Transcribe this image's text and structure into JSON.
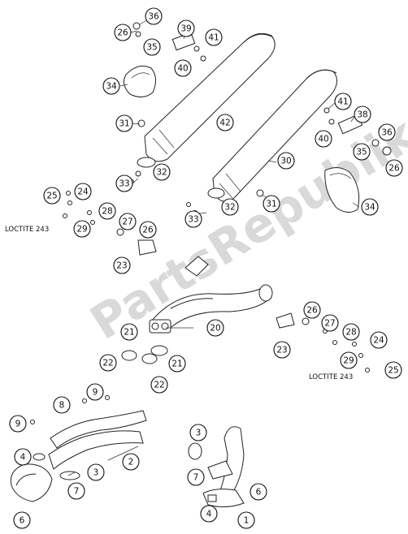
{
  "callouts": [
    {
      "id": "c36a",
      "n": "36"
    },
    {
      "id": "c26a",
      "n": "26"
    },
    {
      "id": "c35a",
      "n": "35"
    },
    {
      "id": "c39",
      "n": "39"
    },
    {
      "id": "c41a",
      "n": "41"
    },
    {
      "id": "c40a",
      "n": "40"
    },
    {
      "id": "c34a",
      "n": "34"
    },
    {
      "id": "c31a",
      "n": "31"
    },
    {
      "id": "c42",
      "n": "42"
    },
    {
      "id": "c41b",
      "n": "41"
    },
    {
      "id": "c38",
      "n": "38"
    },
    {
      "id": "c36b",
      "n": "36"
    },
    {
      "id": "c40b",
      "n": "40"
    },
    {
      "id": "c35b",
      "n": "35"
    },
    {
      "id": "c26b",
      "n": "26"
    },
    {
      "id": "c30",
      "n": "30"
    },
    {
      "id": "c33a",
      "n": "33"
    },
    {
      "id": "c32a",
      "n": "32"
    },
    {
      "id": "c34b",
      "n": "34"
    },
    {
      "id": "c31b",
      "n": "31"
    },
    {
      "id": "c32b",
      "n": "32"
    },
    {
      "id": "c33b",
      "n": "33"
    },
    {
      "id": "c25a",
      "n": "25"
    },
    {
      "id": "c24a",
      "n": "24"
    },
    {
      "id": "c28a",
      "n": "28"
    },
    {
      "id": "c27a",
      "n": "27"
    },
    {
      "id": "c29a",
      "n": "29"
    },
    {
      "id": "c26c",
      "n": "26"
    },
    {
      "id": "c23a",
      "n": "23"
    },
    {
      "id": "c20",
      "n": "20"
    },
    {
      "id": "c26d",
      "n": "26"
    },
    {
      "id": "c27b",
      "n": "27"
    },
    {
      "id": "c21a",
      "n": "21"
    },
    {
      "id": "c28b",
      "n": "28"
    },
    {
      "id": "c23b",
      "n": "23"
    },
    {
      "id": "c24b",
      "n": "24"
    },
    {
      "id": "c21b",
      "n": "21"
    },
    {
      "id": "c22a",
      "n": "22"
    },
    {
      "id": "c29b",
      "n": "29"
    },
    {
      "id": "c25b",
      "n": "25"
    },
    {
      "id": "c22b",
      "n": "22"
    },
    {
      "id": "c9a",
      "n": "9"
    },
    {
      "id": "c8",
      "n": "8"
    },
    {
      "id": "c9b",
      "n": "9"
    },
    {
      "id": "c3a",
      "n": "3"
    },
    {
      "id": "c4a",
      "n": "4"
    },
    {
      "id": "c2",
      "n": "2"
    },
    {
      "id": "c3b",
      "n": "3"
    },
    {
      "id": "c7a",
      "n": "7"
    },
    {
      "id": "c7b",
      "n": "7"
    },
    {
      "id": "c6a",
      "n": "6"
    },
    {
      "id": "c6b",
      "n": "6"
    },
    {
      "id": "c4b",
      "n": "4"
    },
    {
      "id": "c1",
      "n": "1"
    }
  ],
  "notes": {
    "loctite_left": "LOCTITE 243",
    "loctite_right": "LOCTITE 243"
  },
  "watermark": "PartsRepublik"
}
